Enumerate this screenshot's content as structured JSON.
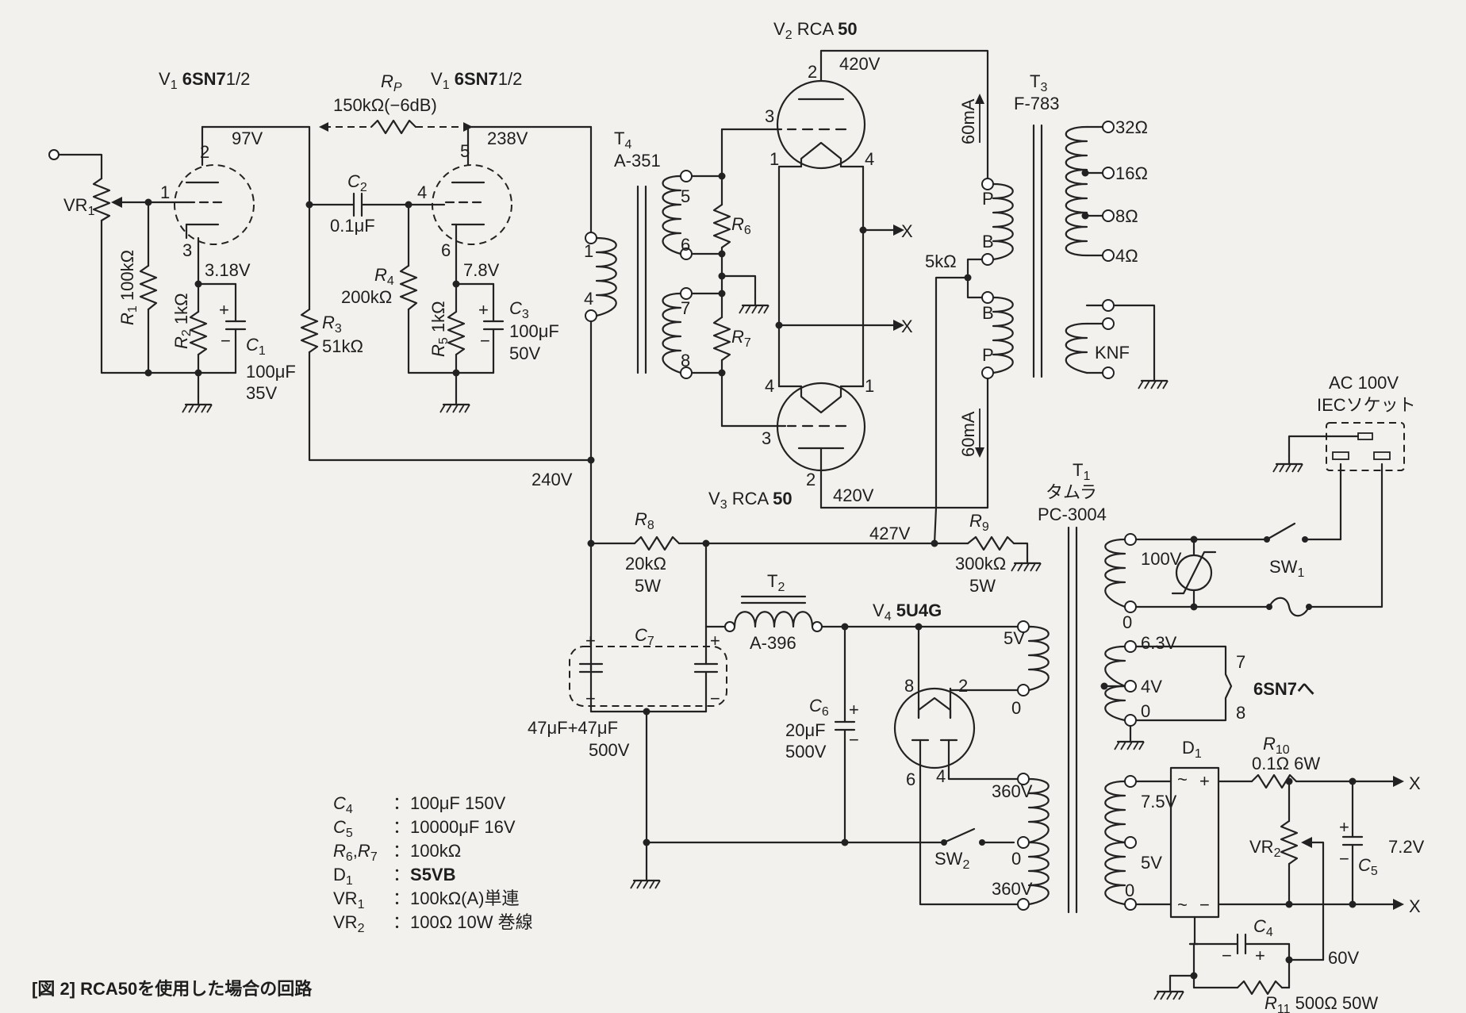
{
  "figure": {
    "caption": "[図 2]  RCA50を使用した場合の回路"
  },
  "tubes": {
    "v1a": {
      "ref": "V",
      "sub": "1",
      "type": "6SN7",
      "suffix": "1/2",
      "pins": [
        "2",
        "1",
        "3"
      ]
    },
    "v1b": {
      "ref": "V",
      "sub": "1",
      "type": "6SN7",
      "suffix": "1/2",
      "pins": [
        "5",
        "4",
        "6"
      ]
    },
    "v2": {
      "ref": "V",
      "sub": "2",
      "brand": "RCA",
      "type": "50",
      "pins": [
        "2",
        "3",
        "1",
        "4"
      ]
    },
    "v3": {
      "ref": "V",
      "sub": "3",
      "brand": "RCA",
      "type": "50",
      "pins": [
        "4",
        "1",
        "3",
        "2"
      ]
    },
    "v4": {
      "ref": "V",
      "sub": "4",
      "type": "5U4G",
      "pins": [
        "8",
        "2",
        "6",
        "4"
      ]
    }
  },
  "voltages": {
    "v1a_plate": "97V",
    "v1a_cathode": "3.18V",
    "v1b_plate": "238V",
    "v1b_cathode": "7.8V",
    "v2_plate": "420V",
    "v3_plate": "420V",
    "b_240": "240V",
    "b_427": "427V",
    "bias": "60V",
    "heater": "7.2V"
  },
  "components": {
    "vr1": {
      "ref": "VR",
      "sub": "1"
    },
    "r1": {
      "ref": "R",
      "sub": "1",
      "value": "100kΩ"
    },
    "r2": {
      "ref": "R",
      "sub": "2",
      "value": "1kΩ"
    },
    "c1": {
      "ref": "C",
      "sub": "1",
      "value": "100μF",
      "rating": "35V"
    },
    "r3": {
      "ref": "R",
      "sub": "3",
      "value": "51kΩ"
    },
    "c2": {
      "ref": "C",
      "sub": "2",
      "value": "0.1μF"
    },
    "rp": {
      "ref": "R",
      "sub": "P",
      "value": "150kΩ(−6dB)"
    },
    "r4": {
      "ref": "R",
      "sub": "4",
      "value": "200kΩ"
    },
    "r5": {
      "ref": "R",
      "sub": "5",
      "value": "1kΩ"
    },
    "c3": {
      "ref": "C",
      "sub": "3",
      "value": "100μF",
      "rating": "50V"
    },
    "r6": {
      "ref": "R",
      "sub": "6"
    },
    "r7": {
      "ref": "R",
      "sub": "7"
    },
    "r8": {
      "ref": "R",
      "sub": "8",
      "value": "20kΩ",
      "rating": "5W"
    },
    "r9": {
      "ref": "R",
      "sub": "9",
      "value": "300kΩ",
      "rating": "5W"
    },
    "c7": {
      "ref": "C",
      "sub": "7",
      "value": "47μF+47μF",
      "rating": "500V"
    },
    "c6": {
      "ref": "C",
      "sub": "6",
      "value": "20μF",
      "rating": "500V"
    },
    "r10": {
      "ref": "R",
      "sub": "10",
      "value": "0.1Ω 6W"
    },
    "vr2": {
      "ref": "VR",
      "sub": "2"
    },
    "c5": {
      "ref": "C",
      "sub": "5"
    },
    "c4": {
      "ref": "C",
      "sub": "4"
    },
    "r11": {
      "ref": "R",
      "sub": "11",
      "value": "500Ω 50W"
    },
    "sw1": {
      "ref": "SW",
      "sub": "1"
    },
    "sw2": {
      "ref": "SW",
      "sub": "2"
    },
    "d1": {
      "ref": "D",
      "sub": "1"
    },
    "r_bias": {
      "value": "5kΩ"
    },
    "plus": "+",
    "minus": "−"
  },
  "transformers": {
    "t4": {
      "ref": "T",
      "sub": "4",
      "model": "A-351",
      "pins": [
        "1",
        "4",
        "5",
        "6",
        "7",
        "8"
      ]
    },
    "t3": {
      "ref": "T",
      "sub": "3",
      "model": "F-783",
      "taps": [
        "32Ω",
        "16Ω",
        "8Ω",
        "4Ω"
      ],
      "knf": "KNF",
      "pins": [
        "P",
        "B",
        "B",
        "P"
      ]
    },
    "t2": {
      "ref": "T",
      "sub": "2",
      "model": "A-396"
    },
    "t1": {
      "ref": "T",
      "sub": "1",
      "maker": "タムラ",
      "model": "PC-3004",
      "primary": [
        "100V",
        "0"
      ],
      "heater": [
        "6.3V",
        "4V",
        "0"
      ],
      "heater_pins": [
        "7",
        "8"
      ],
      "heater_to": "6SN7へ",
      "rect_heater": [
        "5V",
        "0"
      ],
      "hv": [
        "360V",
        "0",
        "360V"
      ],
      "lv": [
        "7.5V",
        "5V",
        "0"
      ]
    }
  },
  "ac_inlet": {
    "line1": "AC 100V",
    "line2": "IECソケット"
  },
  "currents": {
    "upper": "60mA",
    "lower": "60mA"
  },
  "nodes": {
    "x": "X"
  },
  "parts_list": [
    {
      "ref": "C",
      "sub": "4",
      "value": "100μF 150V"
    },
    {
      "ref": "C",
      "sub": "5",
      "value": "10000μF 16V"
    },
    {
      "ref": "R",
      "sub": "6",
      "ref2": "R",
      "sub2": "7",
      "value": "100kΩ"
    },
    {
      "ref": "D",
      "sub": "1",
      "value": "S5VB"
    },
    {
      "ref": "VR",
      "sub": "1",
      "value": "100kΩ(A)単連"
    },
    {
      "ref": "VR",
      "sub": "2",
      "value": "100Ω 10W 巻線"
    }
  ]
}
